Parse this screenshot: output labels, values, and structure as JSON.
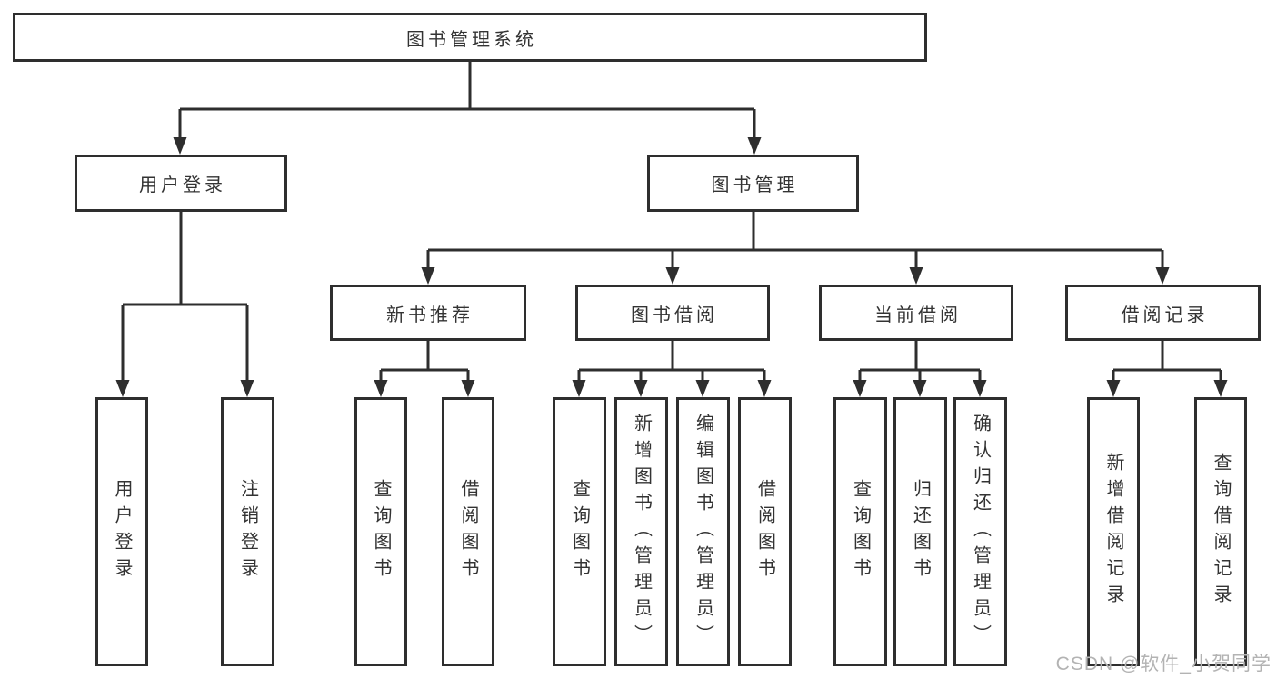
{
  "tree": {
    "root": {
      "label": "图书管理系统"
    },
    "branches": [
      {
        "label": "用户登录",
        "children": [
          {
            "label": "用户登录"
          },
          {
            "label": "注销登录"
          }
        ]
      },
      {
        "label": "图书管理",
        "children": [
          {
            "label": "新书推荐",
            "children": [
              {
                "label": "查询图书"
              },
              {
                "label": "借阅图书"
              }
            ]
          },
          {
            "label": "图书借阅",
            "children": [
              {
                "label": "查询图书"
              },
              {
                "label": "新增图书（管理员）"
              },
              {
                "label": "编辑图书（管理员）"
              },
              {
                "label": "借阅图书"
              }
            ]
          },
          {
            "label": "当前借阅",
            "children": [
              {
                "label": "查询图书"
              },
              {
                "label": "归还图书"
              },
              {
                "label": "确认归还（管理员）"
              }
            ]
          },
          {
            "label": "借阅记录",
            "children": [
              {
                "label": "新增借阅记录"
              },
              {
                "label": "查询借阅记录"
              }
            ]
          }
        ]
      }
    ]
  },
  "watermark": {
    "text": "CSDN @软件_小贺同学"
  },
  "colors": {
    "line": "#2e2e2e",
    "box_border": "#2e2e2e",
    "text": "#333333",
    "watermark": "#b3b3b3",
    "background": "#ffffff"
  }
}
